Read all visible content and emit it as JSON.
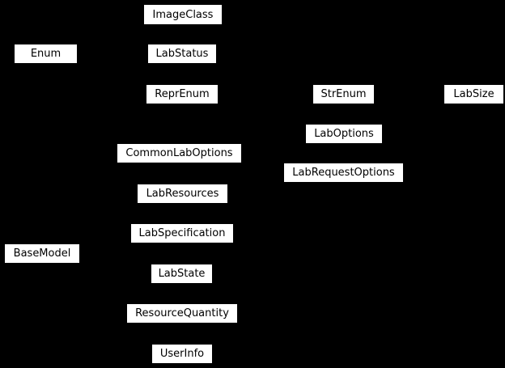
{
  "diagram": {
    "type": "inheritance-diagram",
    "background_color": "#000000",
    "node_fill_color": "#ffffff",
    "node_text_color": "#000000",
    "nodes": [
      {
        "label": "ImageClass"
      },
      {
        "label": "Enum"
      },
      {
        "label": "LabStatus"
      },
      {
        "label": "ReprEnum"
      },
      {
        "label": "StrEnum"
      },
      {
        "label": "LabSize"
      },
      {
        "label": "LabOptions"
      },
      {
        "label": "CommonLabOptions"
      },
      {
        "label": "LabRequestOptions"
      },
      {
        "label": "LabResources"
      },
      {
        "label": "LabSpecification"
      },
      {
        "label": "BaseModel"
      },
      {
        "label": "LabState"
      },
      {
        "label": "ResourceQuantity"
      },
      {
        "label": "UserInfo"
      }
    ]
  }
}
